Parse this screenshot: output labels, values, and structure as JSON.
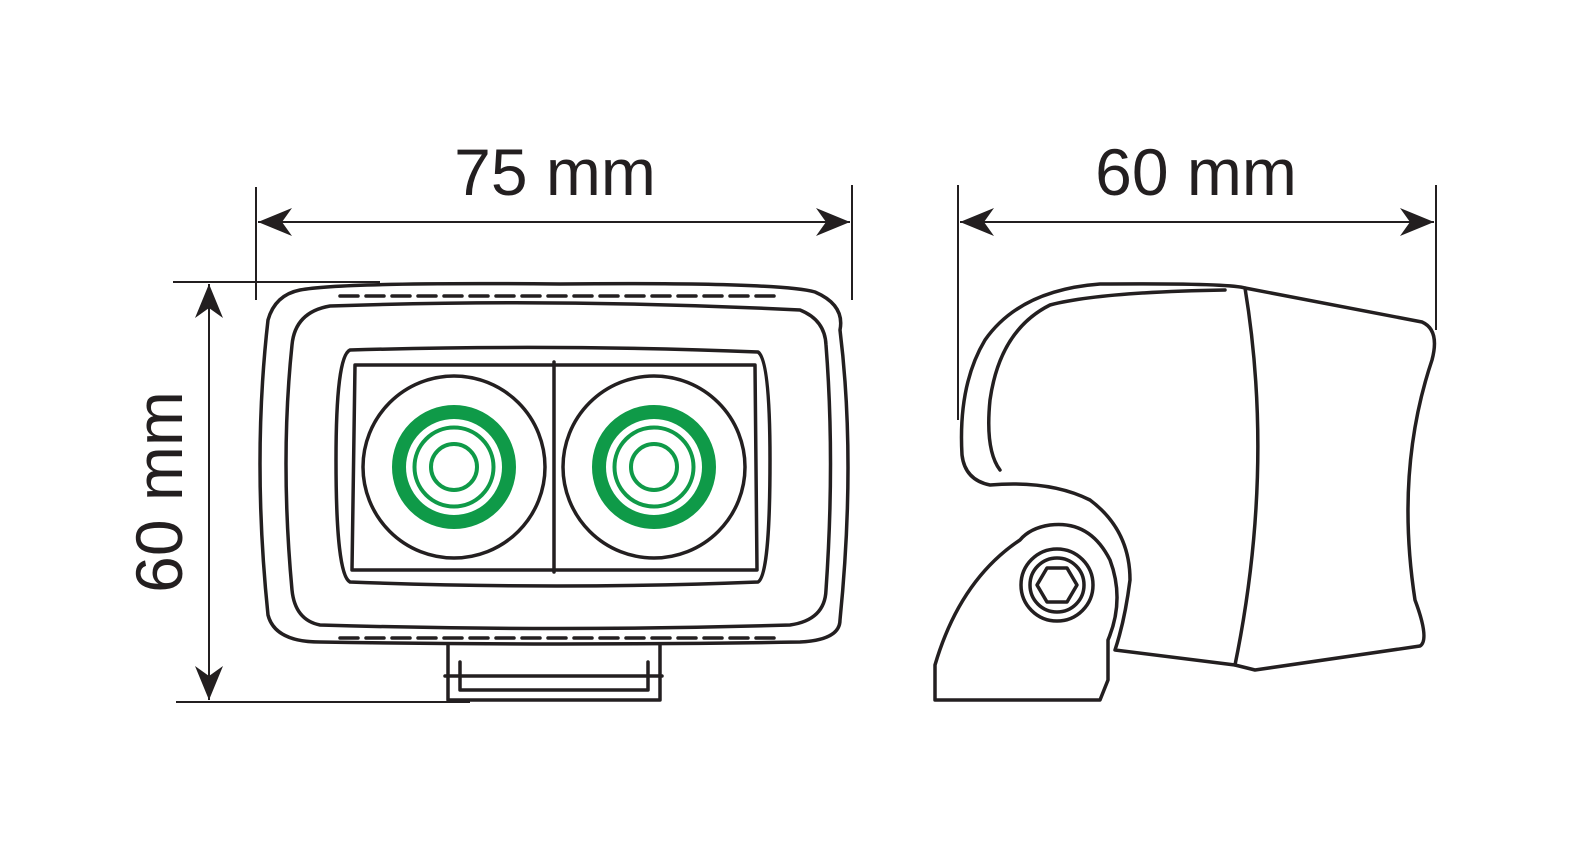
{
  "dimensions": {
    "front_width": "75 mm",
    "front_height": "60 mm",
    "side_depth": "60 mm"
  },
  "colors": {
    "line": "#231f20",
    "led_ring": "#0f9a48"
  }
}
